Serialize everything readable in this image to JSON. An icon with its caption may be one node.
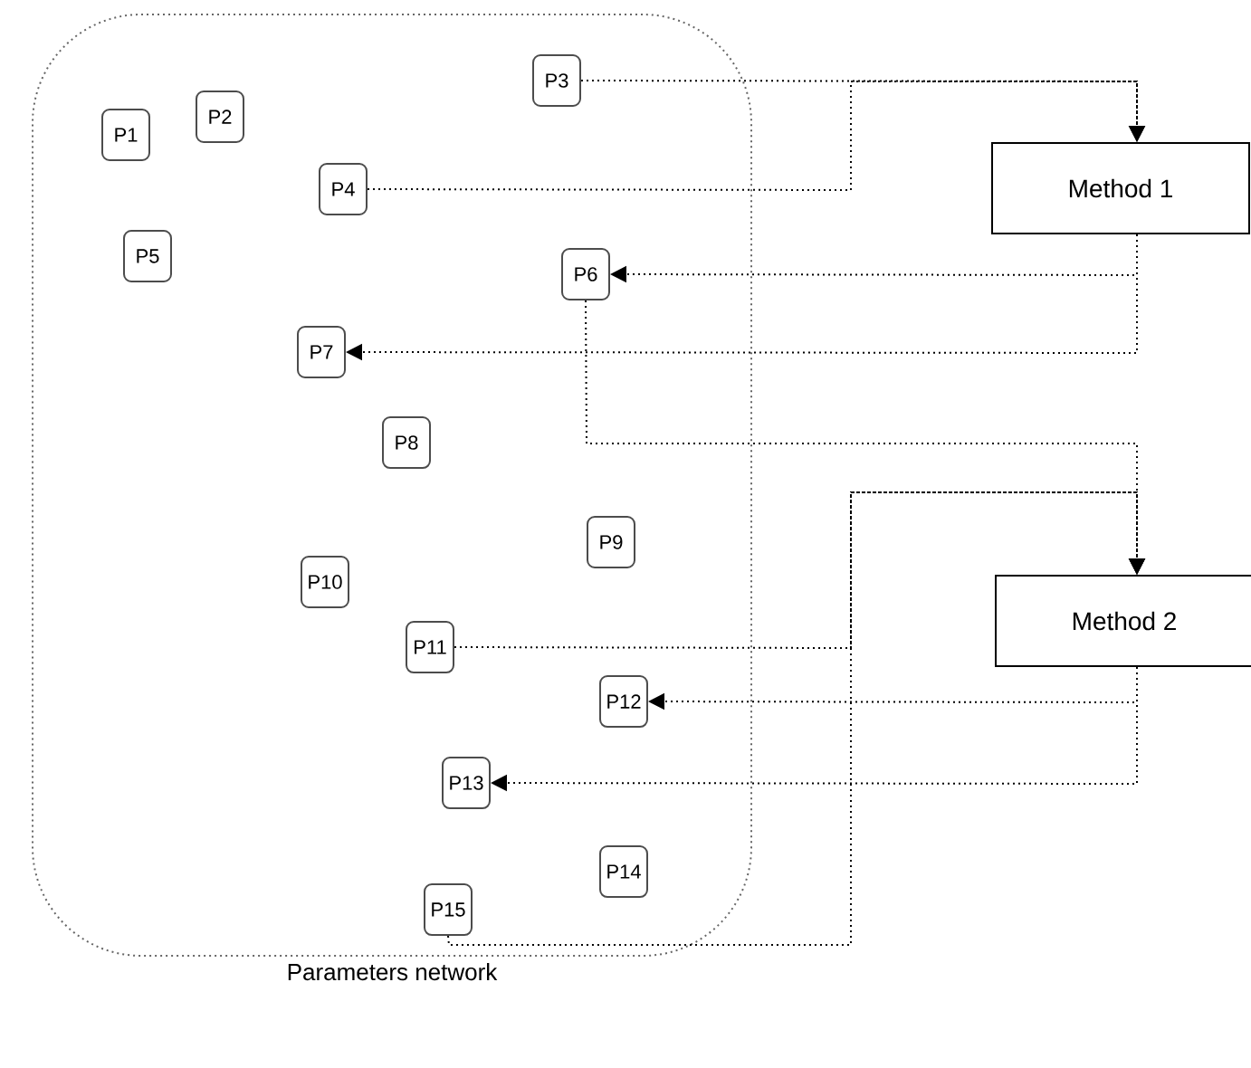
{
  "diagram": {
    "nodes": [
      {
        "text": [
          "Parameters network"
        ]
      },
      {
        "text": [
          "P1"
        ],
        "in": 0
      },
      {
        "text": [
          "P2"
        ],
        "in": 0
      },
      {
        "text": [
          "P3"
        ],
        "in": 0
      },
      {
        "text": [
          "P4"
        ],
        "in": 0
      },
      {
        "text": [
          "P5"
        ],
        "in": 0
      },
      {
        "text": [
          "P6"
        ],
        "in": 0
      },
      {
        "text": [
          "P7"
        ],
        "in": 0
      },
      {
        "text": [
          "P8"
        ],
        "in": 0
      },
      {
        "text": [
          "P9"
        ],
        "in": 0
      },
      {
        "text": [
          "P10"
        ],
        "in": 0
      },
      {
        "text": [
          "P11"
        ],
        "in": 0
      },
      {
        "text": [
          "P12"
        ],
        "in": 0
      },
      {
        "text": [
          "P13"
        ],
        "in": 0
      },
      {
        "text": [
          "P14"
        ],
        "in": 0
      },
      {
        "text": [
          "P15"
        ],
        "in": 0
      },
      {
        "text": [
          "Method 1"
        ]
      },
      {
        "text": [
          "Method 2"
        ]
      }
    ],
    "edges": [
      {
        "from": 3,
        "to": 16,
        "arrow": "to"
      },
      {
        "from": 4,
        "to": 16,
        "arrow": "to"
      },
      {
        "from": 16,
        "to": 6,
        "arrow": "to"
      },
      {
        "from": 16,
        "to": 7,
        "arrow": "to"
      },
      {
        "from": 6,
        "to": 17,
        "arrow": "to"
      },
      {
        "from": 11,
        "to": 17,
        "arrow": "to"
      },
      {
        "from": 15,
        "to": 17,
        "arrow": "to"
      },
      {
        "from": 17,
        "to": 12,
        "arrow": "to"
      },
      {
        "from": 17,
        "to": 13,
        "arrow": "to"
      }
    ]
  }
}
